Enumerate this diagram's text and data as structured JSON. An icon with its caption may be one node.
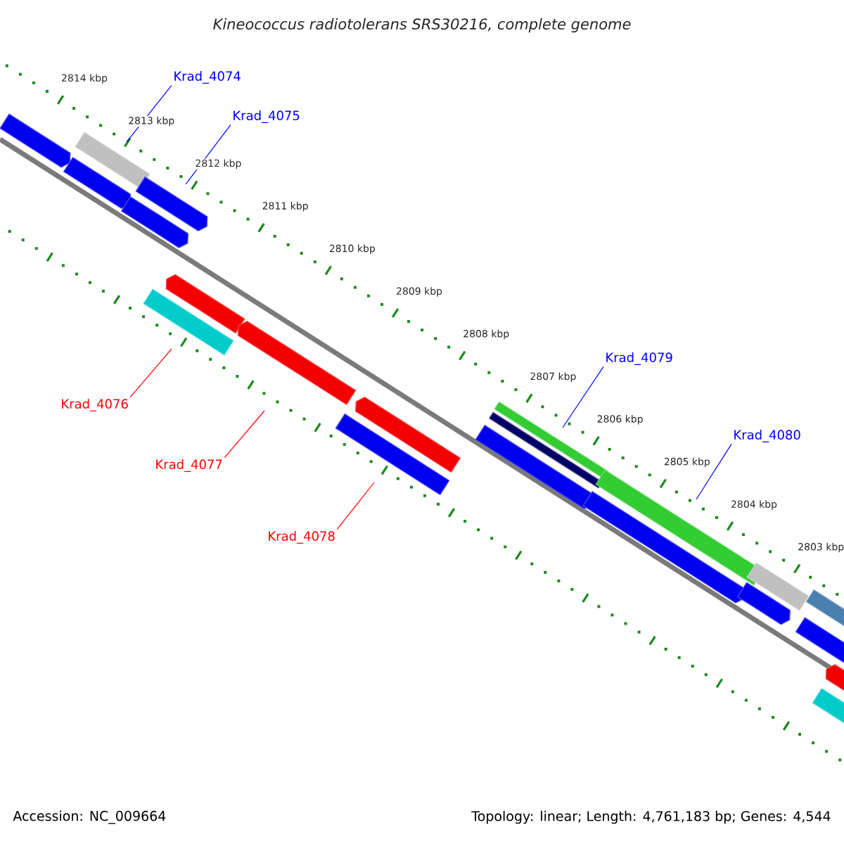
{
  "diagram": {
    "title": "Kineococcus radiotolerans SRS30216, complete genome",
    "nodes": [
      {
        "text": [
          "Krad_4074"
        ]
      },
      {
        "text": [
          "Krad_4075"
        ]
      },
      {
        "text": [
          "Krad_4076"
        ]
      },
      {
        "text": [
          "Krad_4077"
        ]
      },
      {
        "text": [
          "Krad_4078"
        ]
      },
      {
        "text": [
          "Krad_4079"
        ]
      },
      {
        "text": [
          "Krad_4080"
        ]
      }
    ],
    "edges": [
      {
        "from": 0,
        "to": null,
        "arrow": "none"
      },
      {
        "from": 1,
        "to": null,
        "arrow": "none"
      },
      {
        "from": 2,
        "to": null,
        "arrow": "none",
        "color": "#ff0000"
      },
      {
        "from": 3,
        "to": null,
        "arrow": "none",
        "color": "#ff0000"
      },
      {
        "from": 4,
        "to": null,
        "arrow": "none",
        "color": "#ff0000"
      },
      {
        "from": 5,
        "to": null,
        "arrow": "none"
      },
      {
        "from": 6,
        "to": null,
        "arrow": "none"
      }
    ],
    "labels": [
      "2814 kbp",
      "2813 kbp",
      "2812 kbp",
      "2811 kbp",
      "2810 kbp",
      "2809 kbp",
      "2808 kbp",
      "2807 kbp",
      "2806 kbp",
      "2805 kbp",
      "2804 kbp",
      "2803 kbp",
      "Accession: NC_009664",
      "Topology: linear; Length: 4,761,183 bp; Genes: 4,544"
    ]
  }
}
